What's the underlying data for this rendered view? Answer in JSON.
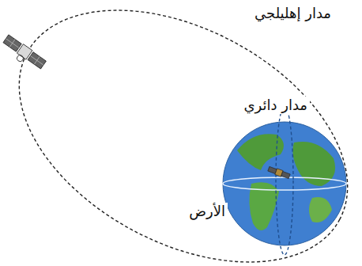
{
  "diagram": {
    "labels": [
      "مدار إهليلجي",
      "مدار دائري",
      "الأرض"
    ]
  }
}
